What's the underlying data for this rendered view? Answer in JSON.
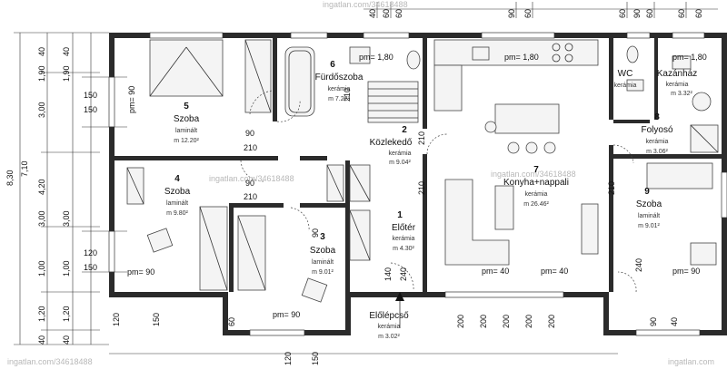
{
  "rooms": [
    {
      "id": "r5",
      "num": "5",
      "name": "Szoba",
      "floor": "laminált",
      "area": "m 12.20²"
    },
    {
      "id": "r6",
      "num": "6",
      "name": "Fürdőszoba",
      "floor": "kerámia",
      "area": "m 7.22²"
    },
    {
      "id": "r2",
      "num": "2",
      "name": "Közlekedő",
      "floor": "kerámia",
      "area": "m 9.04²"
    },
    {
      "id": "r4",
      "num": "4",
      "name": "Szoba",
      "floor": "laminált",
      "area": "m 9.80²"
    },
    {
      "id": "r3",
      "num": "3",
      "name": "Szoba",
      "floor": "laminált",
      "area": "m 9.01²"
    },
    {
      "id": "r1",
      "num": "1",
      "name": "Előtér",
      "floor": "kerámia",
      "area": "m 4.30²"
    },
    {
      "id": "r0",
      "num": "",
      "name": "Előlépcső",
      "floor": "kerámia",
      "area": "m 3.02²"
    },
    {
      "id": "r7",
      "num": "7",
      "name": "Konyha+nappali",
      "floor": "kerámia",
      "area": "m 26.46²"
    },
    {
      "id": "rwc",
      "num": "",
      "name": "WC",
      "floor": "kerámia",
      "area": ""
    },
    {
      "id": "rkaz",
      "num": "",
      "name": "Kazánház",
      "floor": "kerámia",
      "area": "m 3.32²"
    },
    {
      "id": "r8",
      "num": "8",
      "name": "Folyosó",
      "floor": "kerámia",
      "area": "m 3.06²"
    },
    {
      "id": "r9",
      "num": "9",
      "name": "Szoba",
      "floor": "laminált",
      "area": "m 9.01²"
    }
  ],
  "sill_labels": [
    "pm= 1,80",
    "pm= 1,80",
    "pm= 1,80",
    "pm= 90",
    "pm= 90",
    "pm= 90",
    "pm= 40",
    "pm= 40",
    "pm= 90"
  ],
  "left_dims": {
    "outer": "8,30",
    "mid": "7,10",
    "segments": [
      "40",
      "1,90",
      "3,00",
      "4,20",
      "3,00",
      "1,00",
      "1,20",
      "40"
    ],
    "inner": [
      "40",
      "1,90",
      "3,00",
      "1,00",
      "1,20",
      "40"
    ],
    "openings_a": [
      "150",
      "150"
    ],
    "openings_b": [
      "120",
      "150"
    ]
  },
  "door_dims": {
    "d1": [
      "90",
      "210"
    ],
    "d2": [
      "90",
      "210"
    ],
    "vertical": [
      "210",
      "210",
      "90",
      "210",
      "210",
      "140",
      "240",
      "240"
    ]
  },
  "top_dims": [
    "40",
    "60",
    "60",
    "90",
    "60",
    "60",
    "90",
    "60",
    "60",
    "60"
  ],
  "bottom_dims": [
    "120",
    "150",
    "60",
    "120",
    "150",
    "200",
    "200",
    "200",
    "200",
    "200",
    "90",
    "40"
  ],
  "watermarks": [
    "ingatlan.com/34618488",
    "ingatlan.com/34618488",
    "ingatlan.com/34618488",
    "ingatlan.com/34618488",
    "ingatlan.com"
  ]
}
